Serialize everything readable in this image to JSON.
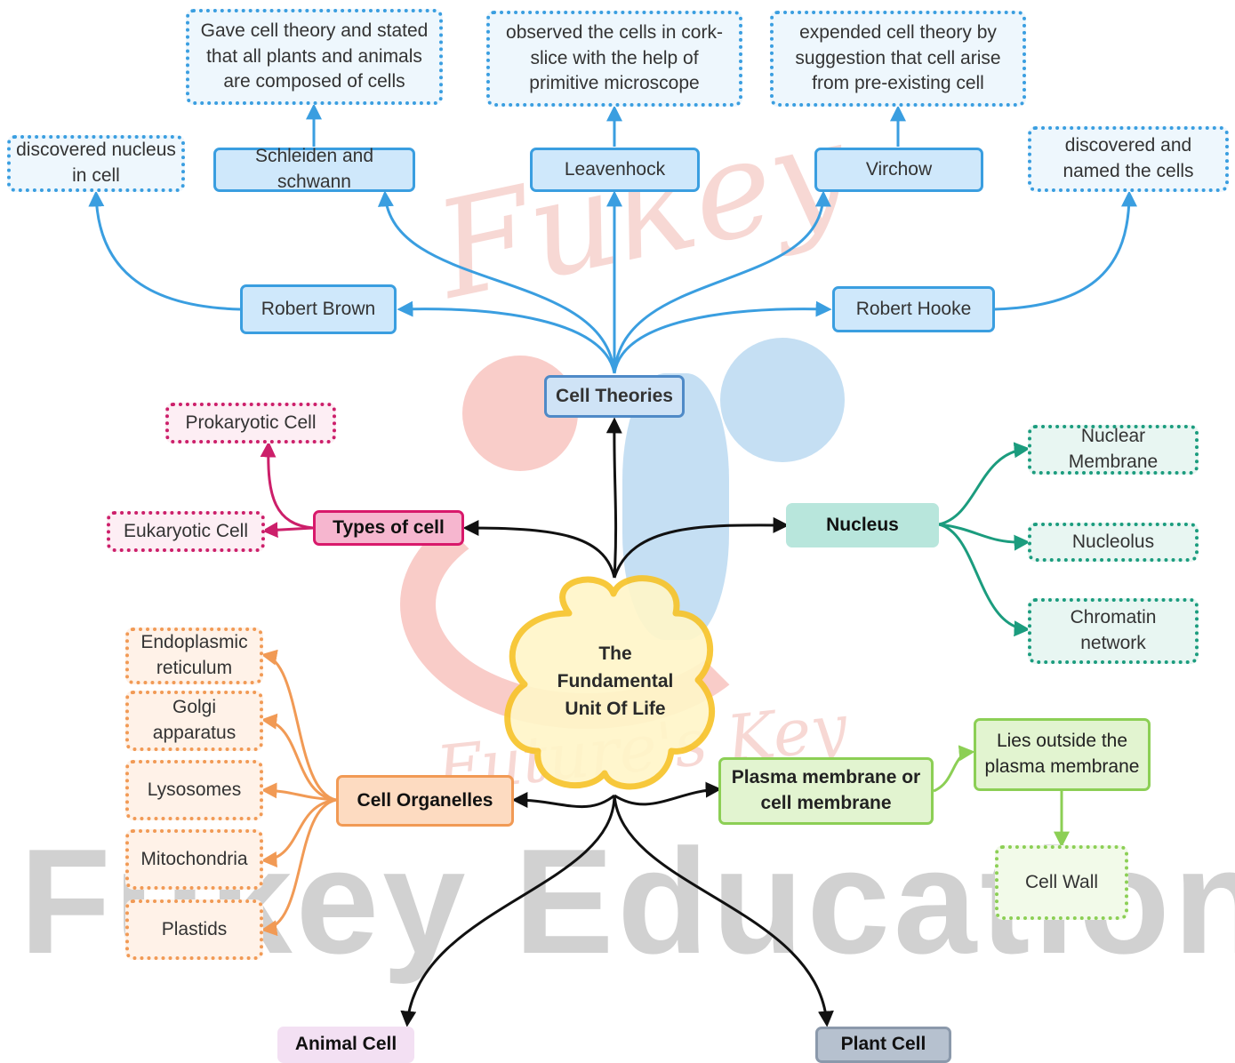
{
  "watermark": {
    "text": "Fukey Education",
    "script_top": "Fukey",
    "script_bottom": "Future's Key"
  },
  "colors": {
    "blue": "#3a9ee0",
    "pink": "#cc1f6a",
    "teal": "#1b9c7e",
    "orange": "#f19a55",
    "green": "#8ccf55",
    "black": "#111111",
    "cloud_border": "#f7c42b",
    "cloud_fill": "#fff6c9"
  },
  "center": {
    "line1": "The",
    "line2": "Fundamental",
    "line3": "Unit Of Life"
  },
  "cell_theories": {
    "label": "Cell Theories",
    "robert_brown": {
      "label": "Robert Brown",
      "note": "discovered nucleus in cell"
    },
    "robert_hooke": {
      "label": "Robert Hooke",
      "note": "discovered and named the cells"
    },
    "schleiden": {
      "label": "Schleiden and schwann",
      "note": "Gave cell theory and stated that all plants and animals are composed of cells"
    },
    "leavenhock": {
      "label": "Leavenhock",
      "note": "observed the cells in cork-slice with the help of primitive microscope"
    },
    "virchow": {
      "label": "Virchow",
      "note": "expended cell theory by suggestion that cell arise from pre-existing cell"
    }
  },
  "types_of_cell": {
    "label": "Types of cell",
    "prokaryotic": "Prokaryotic Cell",
    "eukaryotic": "Eukaryotic Cell"
  },
  "nucleus": {
    "label": "Nucleus",
    "items": [
      "Nuclear Membrane",
      "Nucleolus",
      "Chromatin network"
    ]
  },
  "cell_organelles": {
    "label": "Cell Organelles",
    "items": [
      "Endoplasmic reticulum",
      "Golgi apparatus",
      "Lysosomes",
      "Mitochondria",
      "Plastids"
    ]
  },
  "plasma_membrane": {
    "label": "Plasma membrane or cell membrane",
    "outside": "Lies outside the plasma membrane",
    "cell_wall": "Cell Wall"
  },
  "animal_cell": "Animal Cell",
  "plant_cell": "Plant Cell"
}
